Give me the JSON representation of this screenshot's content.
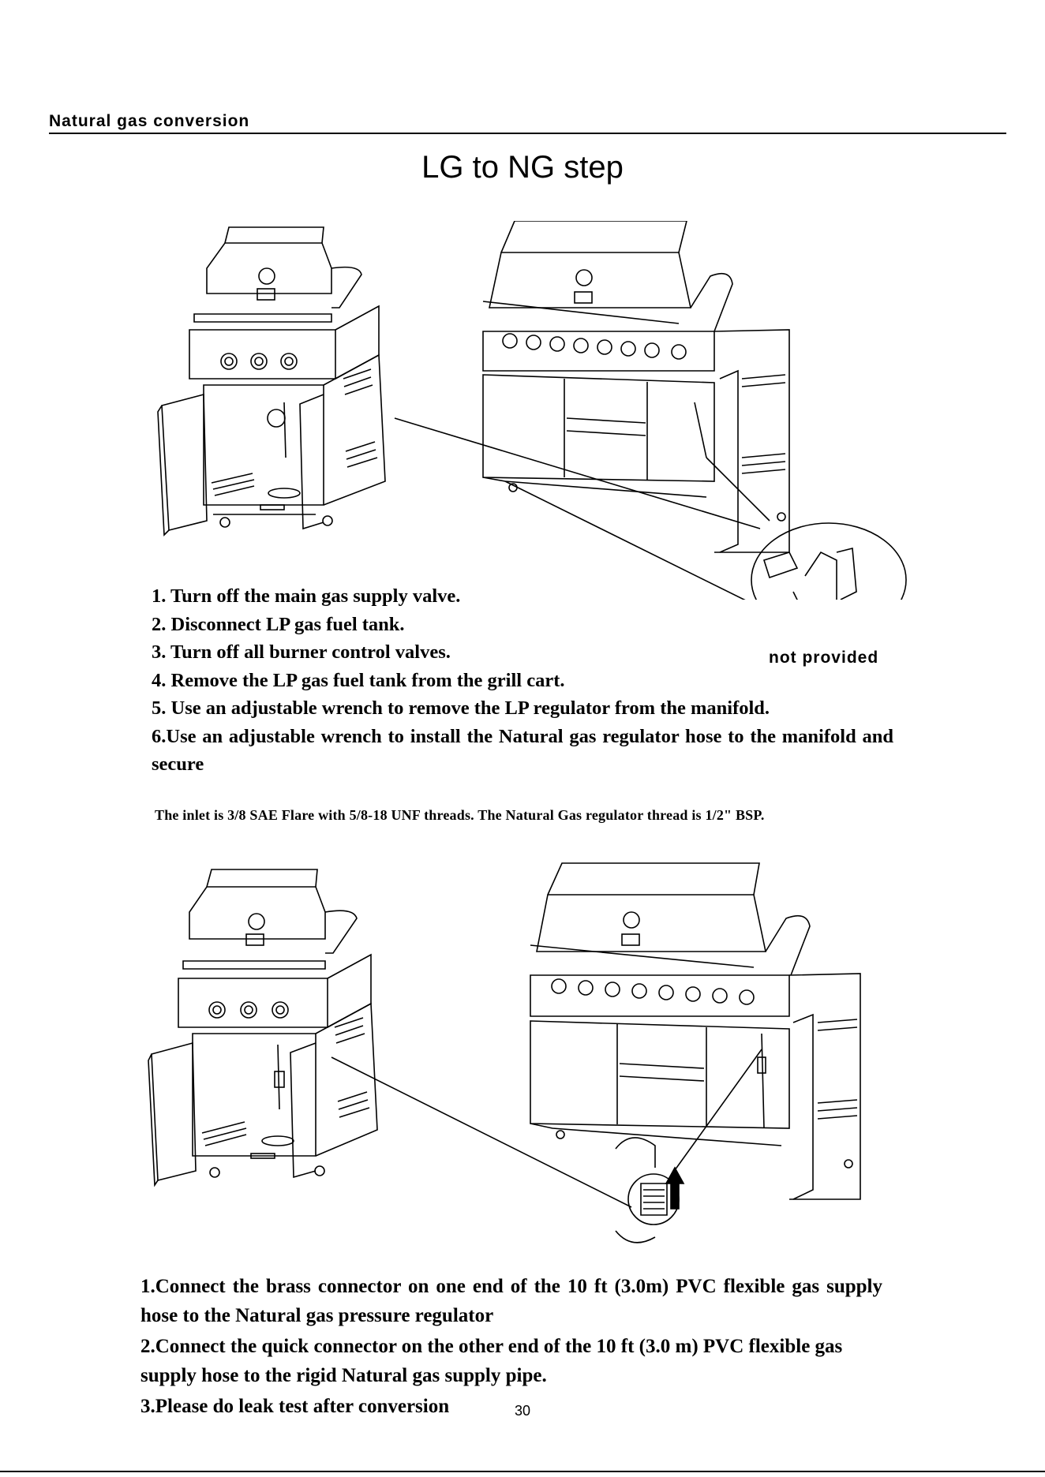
{
  "header": {
    "section_title": "Natural gas conversion",
    "heading": "LG to NG step"
  },
  "figure_top": {
    "callout_label": "not provided"
  },
  "steps_top": [
    "1. Turn off the main gas supply valve.",
    "2. Disconnect LP gas fuel tank.",
    "3. Turn off all burner control valves.",
    "4. Remove the LP gas fuel tank from the grill cart.",
    "5. Use an adjustable wrench to remove the LP regulator from the manifold.",
    "6.Use an adjustable wrench to install the Natural gas regulator hose to the manifold and secure"
  ],
  "spec_note": "The inlet is 3/8 SAE Flare with 5/8-18 UNF threads. The Natural Gas regulator thread is 1/2\" BSP.",
  "steps_bottom": [
    "1.Connect the brass connector on one end of the 10 ft (3.0m) PVC flexible gas supply hose to the Natural gas pressure regulator",
    "2.Connect the quick connector on the other end of the 10 ft (3.0 m) PVC flexible gas supply hose to the rigid Natural gas supply pipe.",
    "3.Please do leak test after conversion"
  ],
  "page_number": "30"
}
